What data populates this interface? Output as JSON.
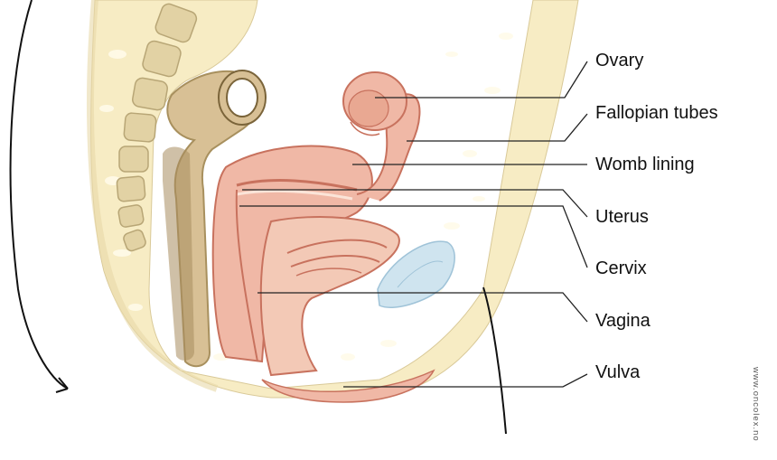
{
  "diagram": {
    "labels": [
      {
        "id": "ovary",
        "text": "Ovary"
      },
      {
        "id": "fallopian-tubes",
        "text": "Fallopian tubes"
      },
      {
        "id": "womb-lining",
        "text": "Womb lining"
      },
      {
        "id": "uterus",
        "text": "Uterus"
      },
      {
        "id": "cervix",
        "text": "Cervix"
      },
      {
        "id": "vagina",
        "text": "Vagina"
      },
      {
        "id": "vulva",
        "text": "Vulva"
      }
    ],
    "credit": "www.oncolex.no"
  },
  "colors": {
    "tissue_cream": "#f7ecc4",
    "bone": "#dcc99a",
    "organ_pink": "#f0b8a6",
    "organ_pink_dark": "#c8725e",
    "bladder_blue": "#cfe4ef",
    "rectum_brown": "#d8c095",
    "line": "#222222"
  }
}
